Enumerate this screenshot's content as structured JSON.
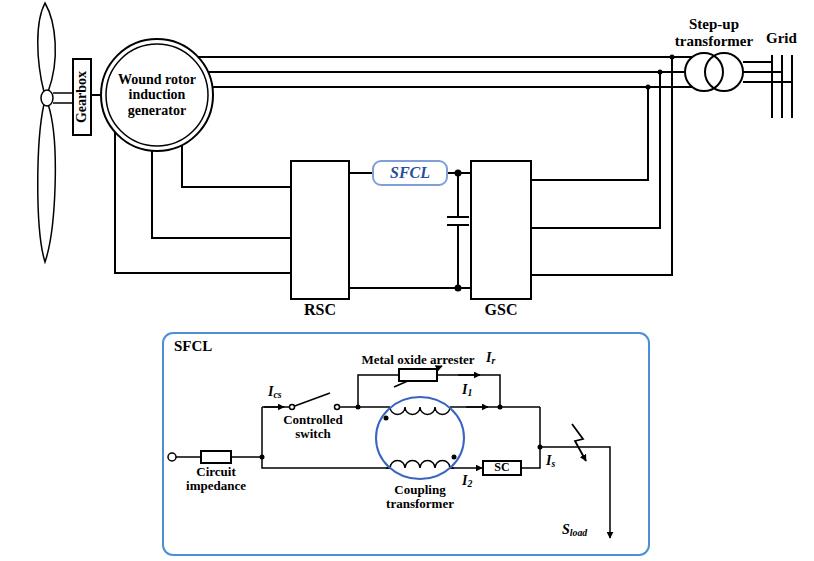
{
  "diagram": {
    "nodes": [
      {
        "text": [
          "Gearbox"
        ]
      },
      {
        "text": [
          "Wound rotor induction generator"
        ]
      },
      {
        "text": [
          "Step-up transformer"
        ]
      },
      {
        "text": [
          "RSC"
        ]
      },
      {
        "text": [
          "SFCL"
        ]
      },
      {
        "text": [
          "GSC"
        ]
      },
      {
        "text": [
          "SFCL"
        ]
      },
      {
        "text": [
          "Metal oxide arrester"
        ],
        "in": 6
      },
      {
        "text": [
          "Circuit impedance"
        ],
        "in": 6
      },
      {
        "text": [
          "Coupling transformer"
        ],
        "in": 6
      },
      {
        "text": [
          "SC"
        ],
        "in": 6
      }
    ],
    "edges": [
      {
        "from": 0,
        "to": 1,
        "arrow": "none"
      },
      {
        "from": 1,
        "to": 2,
        "arrow": "none"
      },
      {
        "from": 1,
        "to": 3,
        "arrow": "none"
      },
      {
        "from": 3,
        "to": 4,
        "arrow": "none"
      },
      {
        "from": 4,
        "to": 5,
        "arrow": "none"
      },
      {
        "from": 5,
        "to": 2,
        "arrow": "none"
      },
      {
        "from": 8,
        "to": 9,
        "arrow": "none"
      },
      {
        "from": 9,
        "to": 10,
        "arrow": "to"
      }
    ],
    "labels": [
      "Grid",
      "Ir",
      "Ics",
      "Controlled switch",
      "I1",
      "I2",
      "Is",
      "Sload"
    ]
  }
}
